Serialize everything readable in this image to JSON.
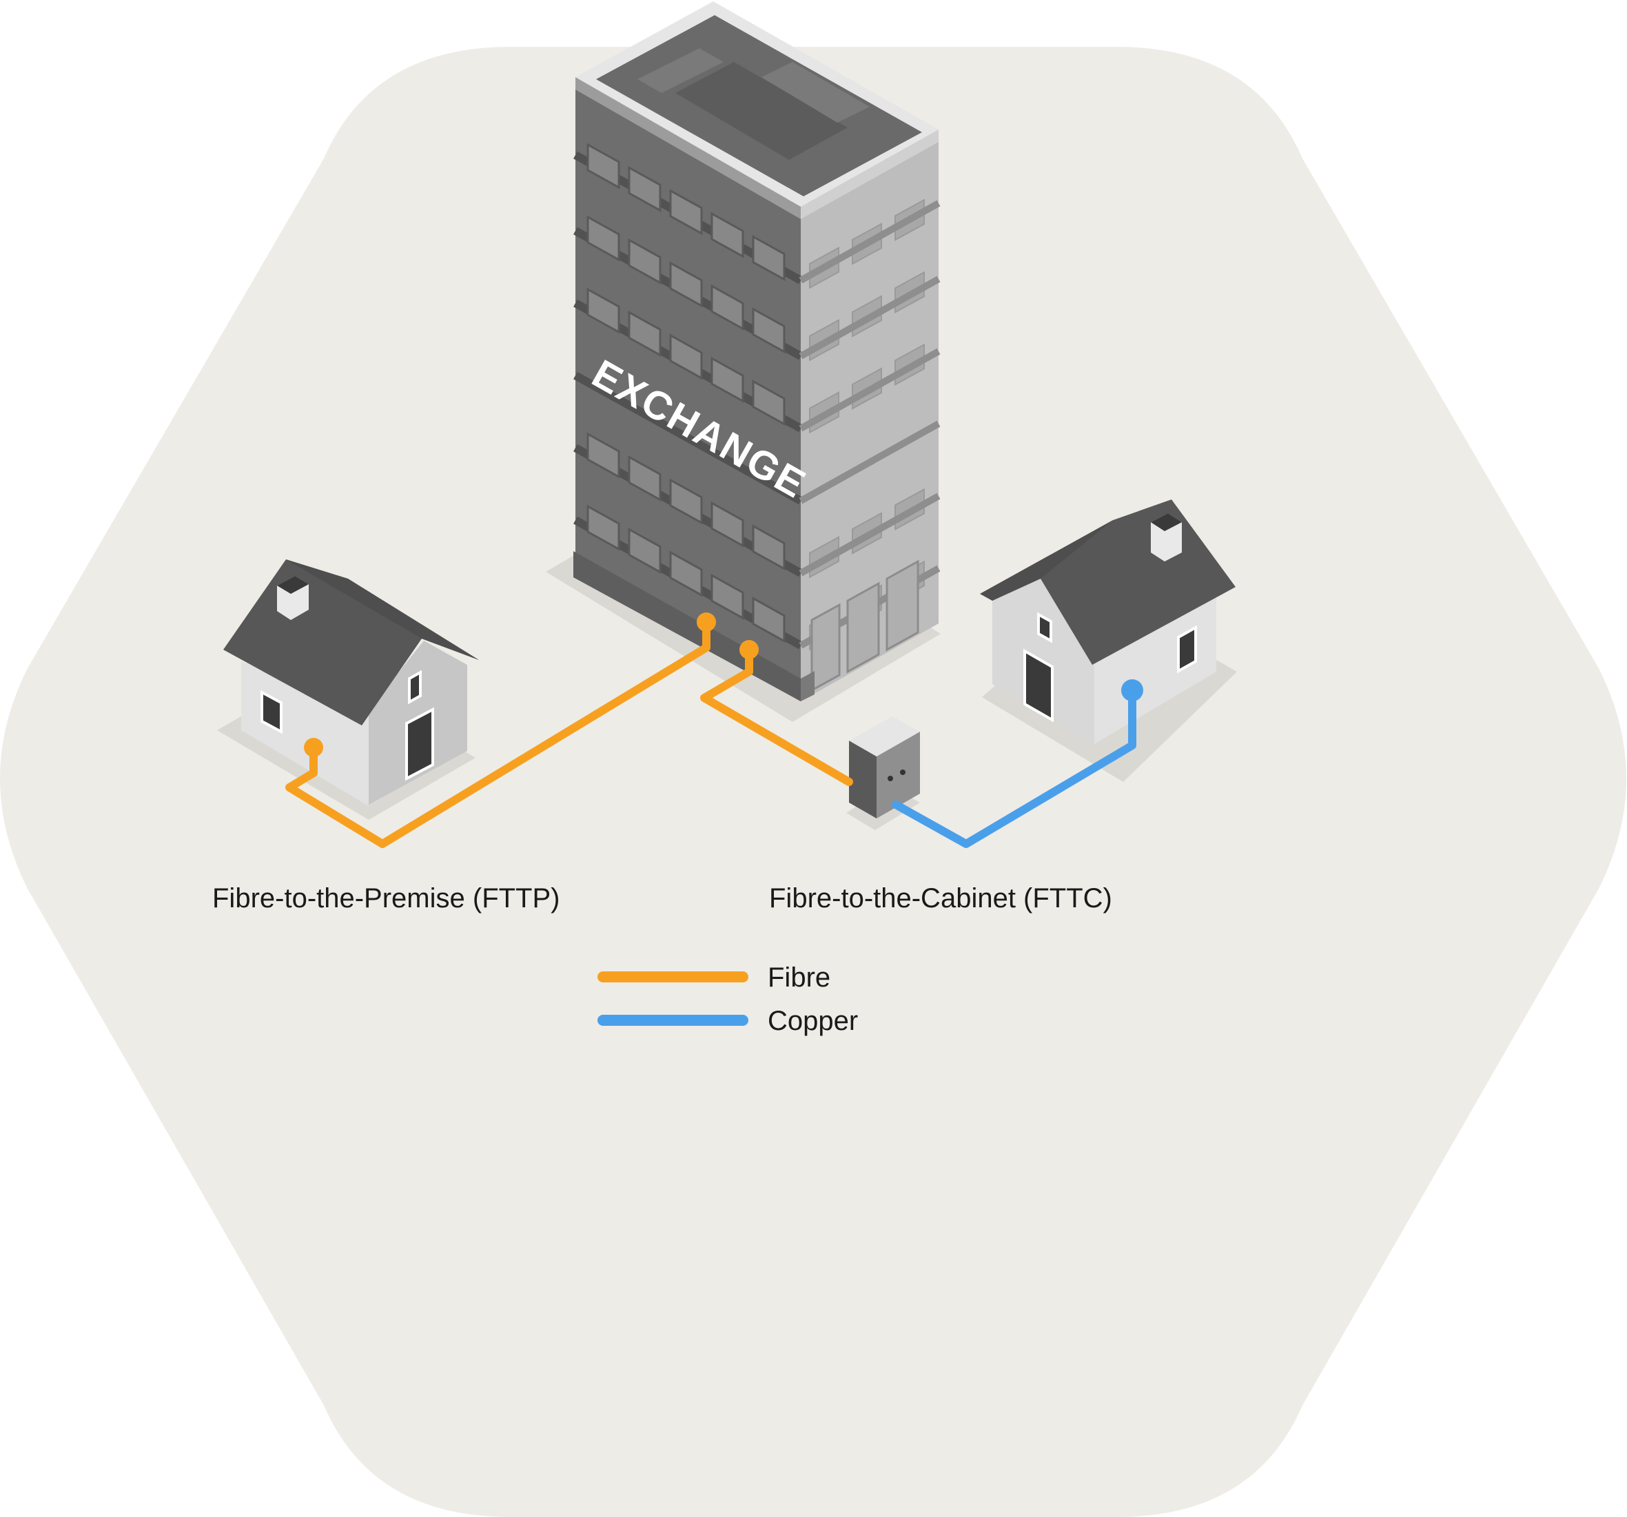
{
  "exchange": {
    "label": "EXCHANGE"
  },
  "labels": {
    "fttp": "Fibre-to-the-Premise (FTTP)",
    "fttc": "Fibre-to-the-Cabinet (FTTC)"
  },
  "legend": [
    {
      "name": "Fibre",
      "color": "#F7A020"
    },
    {
      "name": "Copper",
      "color": "#4A9FEA"
    }
  ],
  "colors": {
    "background_shape": "#EEECE7",
    "fibre": "#F7A020",
    "copper": "#4A9FEA",
    "roof": "#575757",
    "wall_light": "#E2E2E2",
    "wall_shade": "#C6C6C6"
  }
}
